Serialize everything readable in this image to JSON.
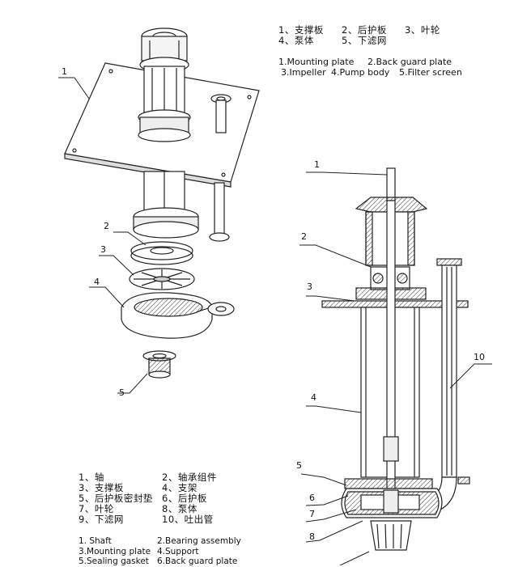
{
  "top_legend": {
    "cn_line1": [
      "1、支撑板",
      "2、后护板",
      "3、叶轮"
    ],
    "cn_line2": [
      "4、泵体",
      "5、下滤网"
    ],
    "en_line1": [
      "1.Mounting plate",
      "2.Back guard plate"
    ],
    "en_line2": [
      "3.Impeller",
      "4.Pump body",
      "5.Filter screen"
    ]
  },
  "left_callouts": [
    "1",
    "2",
    "3",
    "4",
    "5"
  ],
  "right_callouts": [
    "1",
    "2",
    "3",
    "4",
    "5",
    "6",
    "7",
    "8",
    "10"
  ],
  "bottom_legend_cn": [
    [
      "1、轴",
      "2、轴承组件"
    ],
    [
      "3、支撑板",
      "4、支架"
    ],
    [
      "5、后护板密封垫",
      "6、后护板"
    ],
    [
      "7、叶轮",
      "8、泵体"
    ],
    [
      "9、下滤网",
      "10、吐出管"
    ]
  ],
  "bottom_legend_en": [
    [
      "1.  Shaft",
      "2.Bearing assembly"
    ],
    [
      "3.Mounting plate",
      "4.Support"
    ],
    [
      "5.Sealing gasket",
      "6.Back guard plate"
    ]
  ]
}
